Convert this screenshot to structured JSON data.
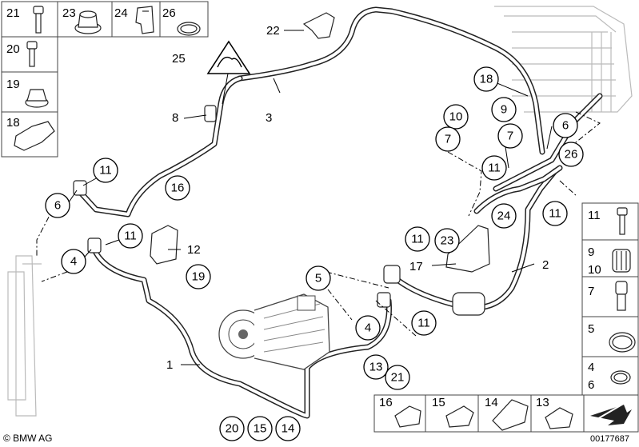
{
  "labels": {
    "l1": "1",
    "l2": "2",
    "l3": "3",
    "l4a": "4",
    "l4b": "4",
    "l5a": "5",
    "l6a": "6",
    "l6b": "6",
    "l7a": "7",
    "l7b": "7",
    "l8": "8",
    "l9": "9",
    "l10": "10",
    "l11a": "11",
    "l11b": "11",
    "l11c": "11",
    "l11d": "11",
    "l11e": "11",
    "l11f": "11",
    "l12": "12",
    "l13": "13",
    "l14": "14",
    "l15": "15",
    "l16": "16",
    "l17": "17",
    "l18": "18",
    "l19": "19",
    "l20": "20",
    "l21": "21",
    "l22": "22",
    "l23": "23",
    "l24": "24",
    "l25": "25",
    "l26": "26"
  },
  "left_panel": [
    "21",
    "23",
    "24",
    "26",
    "20",
    "19",
    "18"
  ],
  "right_panel": [
    "11",
    "9",
    "10",
    "7",
    "5",
    "4",
    "6"
  ],
  "bottom_panel": [
    "16",
    "15",
    "14",
    "13"
  ],
  "footer": {
    "copyright": "© BMW AG",
    "drawing_id": "00177687"
  }
}
